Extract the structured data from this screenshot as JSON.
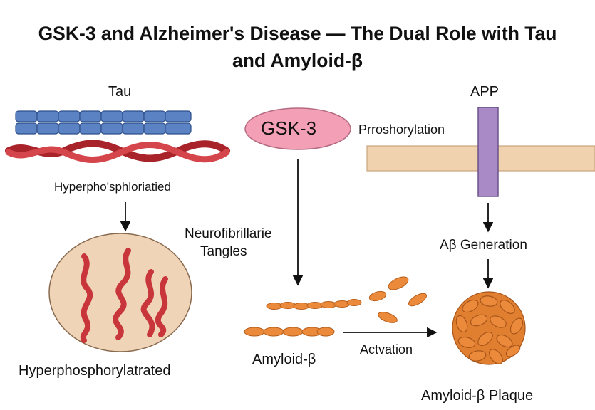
{
  "title": {
    "line1": "GSK-3 and Alzheimer's Disease — The Dual Role with Tau",
    "line2": "and Amyloid-β"
  },
  "labels": {
    "tau": "Tau",
    "gsk3": "GSK-3",
    "phosphorylation": "Prroshorylation",
    "app": "APP",
    "hyperphos_top": "Hyperpho'sphloriatied",
    "neurofibrillary_line1": "Neurofibrillarie",
    "neurofibrillary_line2": "Tangles",
    "abeta_generation": "Aβ Generation",
    "hyperphos_bottom": "Hyperphosphorylatrated",
    "amyloid_beta": "Amyloid-β",
    "activation": "Actvation",
    "plaque": "Amyloid-β Plaque"
  },
  "colors": {
    "microtubule": "#5b83c4",
    "tau_fiber": "#c8363c",
    "gsk3_fill": "#f3a0b6",
    "membrane": "#f0d2ae",
    "app_fill": "#a98ac6",
    "cell_fill": "#efd4b7",
    "amyloid": "#eb8a3a"
  }
}
